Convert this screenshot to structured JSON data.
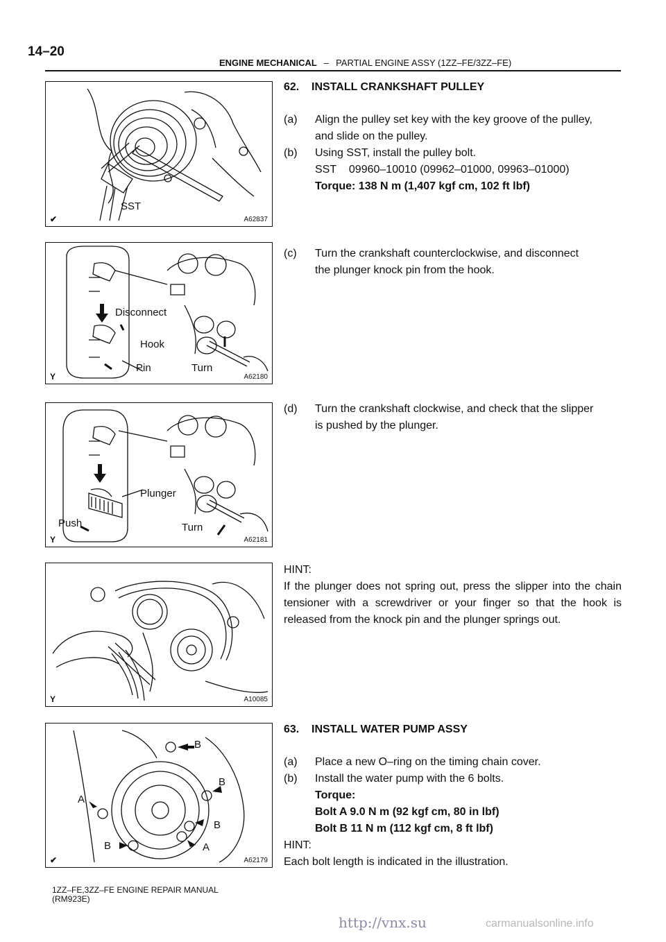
{
  "header": {
    "page_number": "14–20",
    "section": "ENGINE MECHANICAL",
    "separator": "–",
    "subsection": "PARTIAL ENGINE ASSY (1ZZ–FE/3ZZ–FE)"
  },
  "figures": [
    {
      "code": "A62837",
      "labels": [
        "SST"
      ]
    },
    {
      "code": "A62180",
      "mark": "Y",
      "labels": [
        "Disconnect",
        "Hook",
        "Pin",
        "Turn"
      ]
    },
    {
      "code": "A62181",
      "mark": "Y",
      "labels": [
        "Plunger",
        "Push",
        "Turn"
      ]
    },
    {
      "code": "A10085",
      "mark": "Y",
      "labels": []
    },
    {
      "code": "A62179",
      "labels": [
        "B",
        "B",
        "A",
        "B",
        "B",
        "A"
      ]
    }
  ],
  "steps": {
    "s62": {
      "title": "62.    INSTALL CRANKSHAFT PULLEY",
      "a_n": "(a)",
      "a": "Align the pulley set key with the key groove of the pulley,",
      "a2": "and slide on the pulley.",
      "b_n": "(b)",
      "b": "Using SST, install the pulley bolt.",
      "sst": "SST    09960–10010 (09962–01000, 09963–01000)",
      "torque": "Torque: 138 N m (1,407 kgf cm, 102 ft lbf)",
      "c_n": "(c)",
      "c": "Turn the crankshaft counterclockwise, and disconnect",
      "c2": "the plunger knock pin from the hook.",
      "d_n": "(d)",
      "d": "Turn the crankshaft clockwise, and check that the slipper",
      "d2": "is pushed by the plunger.",
      "hint_label": "HINT:",
      "hint": "If the plunger does not spring out, press the slipper into the chain tensioner with a screwdriver or your finger so that the hook is released from the knock pin and the plunger springs out."
    },
    "s63": {
      "title": "63.    INSTALL WATER PUMP ASSY",
      "a_n": "(a)",
      "a": "Place a new O–ring on the timing chain cover.",
      "b_n": "(b)",
      "b": "Install the water pump with the 6 bolts.",
      "torque_label": "Torque:",
      "bolt_a": "Bolt A 9.0 N m (92 kgf cm, 80 in lbf)",
      "bolt_b": "Bolt B 11 N m (112 kgf cm, 8 ft lbf)",
      "hint_label": "HINT:",
      "hint": "Each bolt length is indicated in the illustration."
    }
  },
  "footer": {
    "line1": "1ZZ–FE,3ZZ–FE ENGINE REPAIR MANUAL",
    "line2": "(RM923E)"
  },
  "watermark": {
    "url": "http://vnx.su",
    "site": "carmanualsonline.info"
  }
}
